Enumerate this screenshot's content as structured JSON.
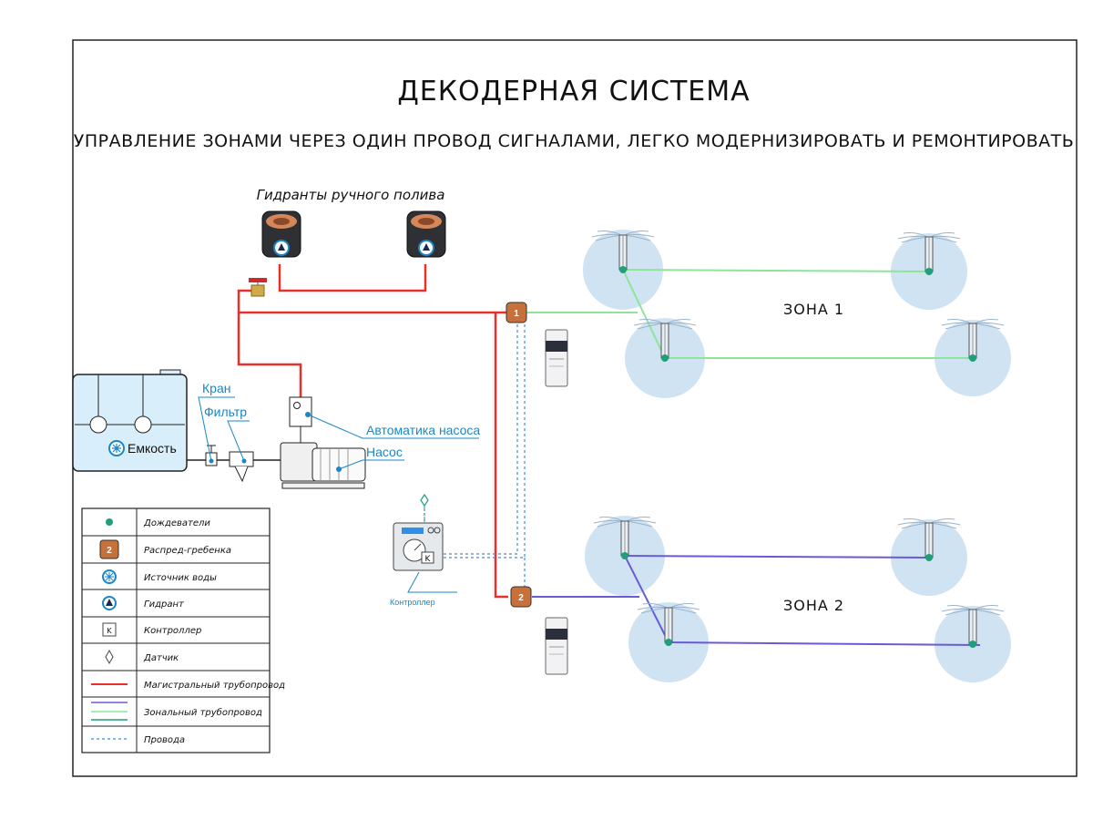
{
  "title": "ДЕКОДЕРНАЯ СИСТЕМА",
  "subtitle": "УПРАВЛЕНИЕ ЗОНАМИ ЧЕРЕЗ ОДИН ПРОВОД СИГНАЛАМИ, ЛЕГКО МОДЕРНИЗИРОВАТЬ И РЕМОНТИРОВАТЬ",
  "hydrants_label": "Гидранты ручного полива",
  "labels": {
    "tank": "Емкость",
    "valve": "Кран",
    "filter": "Фильтр",
    "pump_automation": "Автоматика насоса",
    "pump": "Насос",
    "controller": "Контроллер",
    "zone1": "ЗОНА 1",
    "zone2": "ЗОНА 2"
  },
  "manifolds": [
    "1",
    "2"
  ],
  "legend": [
    {
      "icon": "sprinkler-dot-icon",
      "label": "Дождеватели"
    },
    {
      "icon": "manifold-icon",
      "label": "Распред-гребенка",
      "badge": "2"
    },
    {
      "icon": "water-source-icon",
      "label": "Источник воды"
    },
    {
      "icon": "hydrant-icon",
      "label": "Гидрант"
    },
    {
      "icon": "controller-icon",
      "label": "Контроллер",
      "badge": "K"
    },
    {
      "icon": "sensor-icon",
      "label": "Датчик"
    },
    {
      "icon": "main-pipe-icon",
      "label": "Магистральный трубопровод"
    },
    {
      "icon": "zone-pipe-icon",
      "label": "Зональный трубопровод"
    },
    {
      "icon": "wires-icon",
      "label": "Провода"
    }
  ],
  "colors": {
    "main_pipe": "#e8302a",
    "zone1_pipe": "#8ee59a",
    "zone2_pipe": "#6b5ad6",
    "wire": "#4a86d8",
    "sprinkler_dot": "#1fa07a",
    "spray_circle": "#cfe3f3",
    "manifold": "#c8703a",
    "callout": "#1a86c8",
    "tank_fill": "#d8eefa"
  }
}
